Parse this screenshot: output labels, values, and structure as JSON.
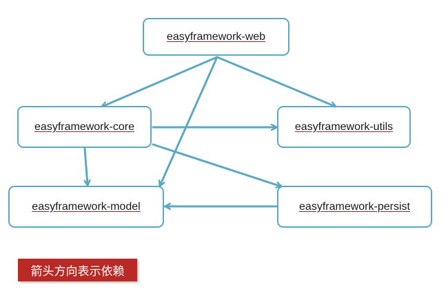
{
  "nodes": {
    "web": "easyframework-web",
    "core": "easyframework-core",
    "utils": "easyframework-utils",
    "model": "easyframework-model",
    "persist": "easyframework-persist"
  },
  "edges": [
    {
      "from": "web",
      "to": "core"
    },
    {
      "from": "web",
      "to": "utils"
    },
    {
      "from": "web",
      "to": "model"
    },
    {
      "from": "core",
      "to": "utils"
    },
    {
      "from": "core",
      "to": "model"
    },
    {
      "from": "core",
      "to": "persist"
    },
    {
      "from": "persist",
      "to": "model"
    }
  ],
  "legend_note": "箭头方向表示依赖",
  "colors": {
    "node_border": "#5aa8c1",
    "arrow": "#5aa8c1",
    "note_background": "#b92a26",
    "note_text": "#ffffff"
  }
}
